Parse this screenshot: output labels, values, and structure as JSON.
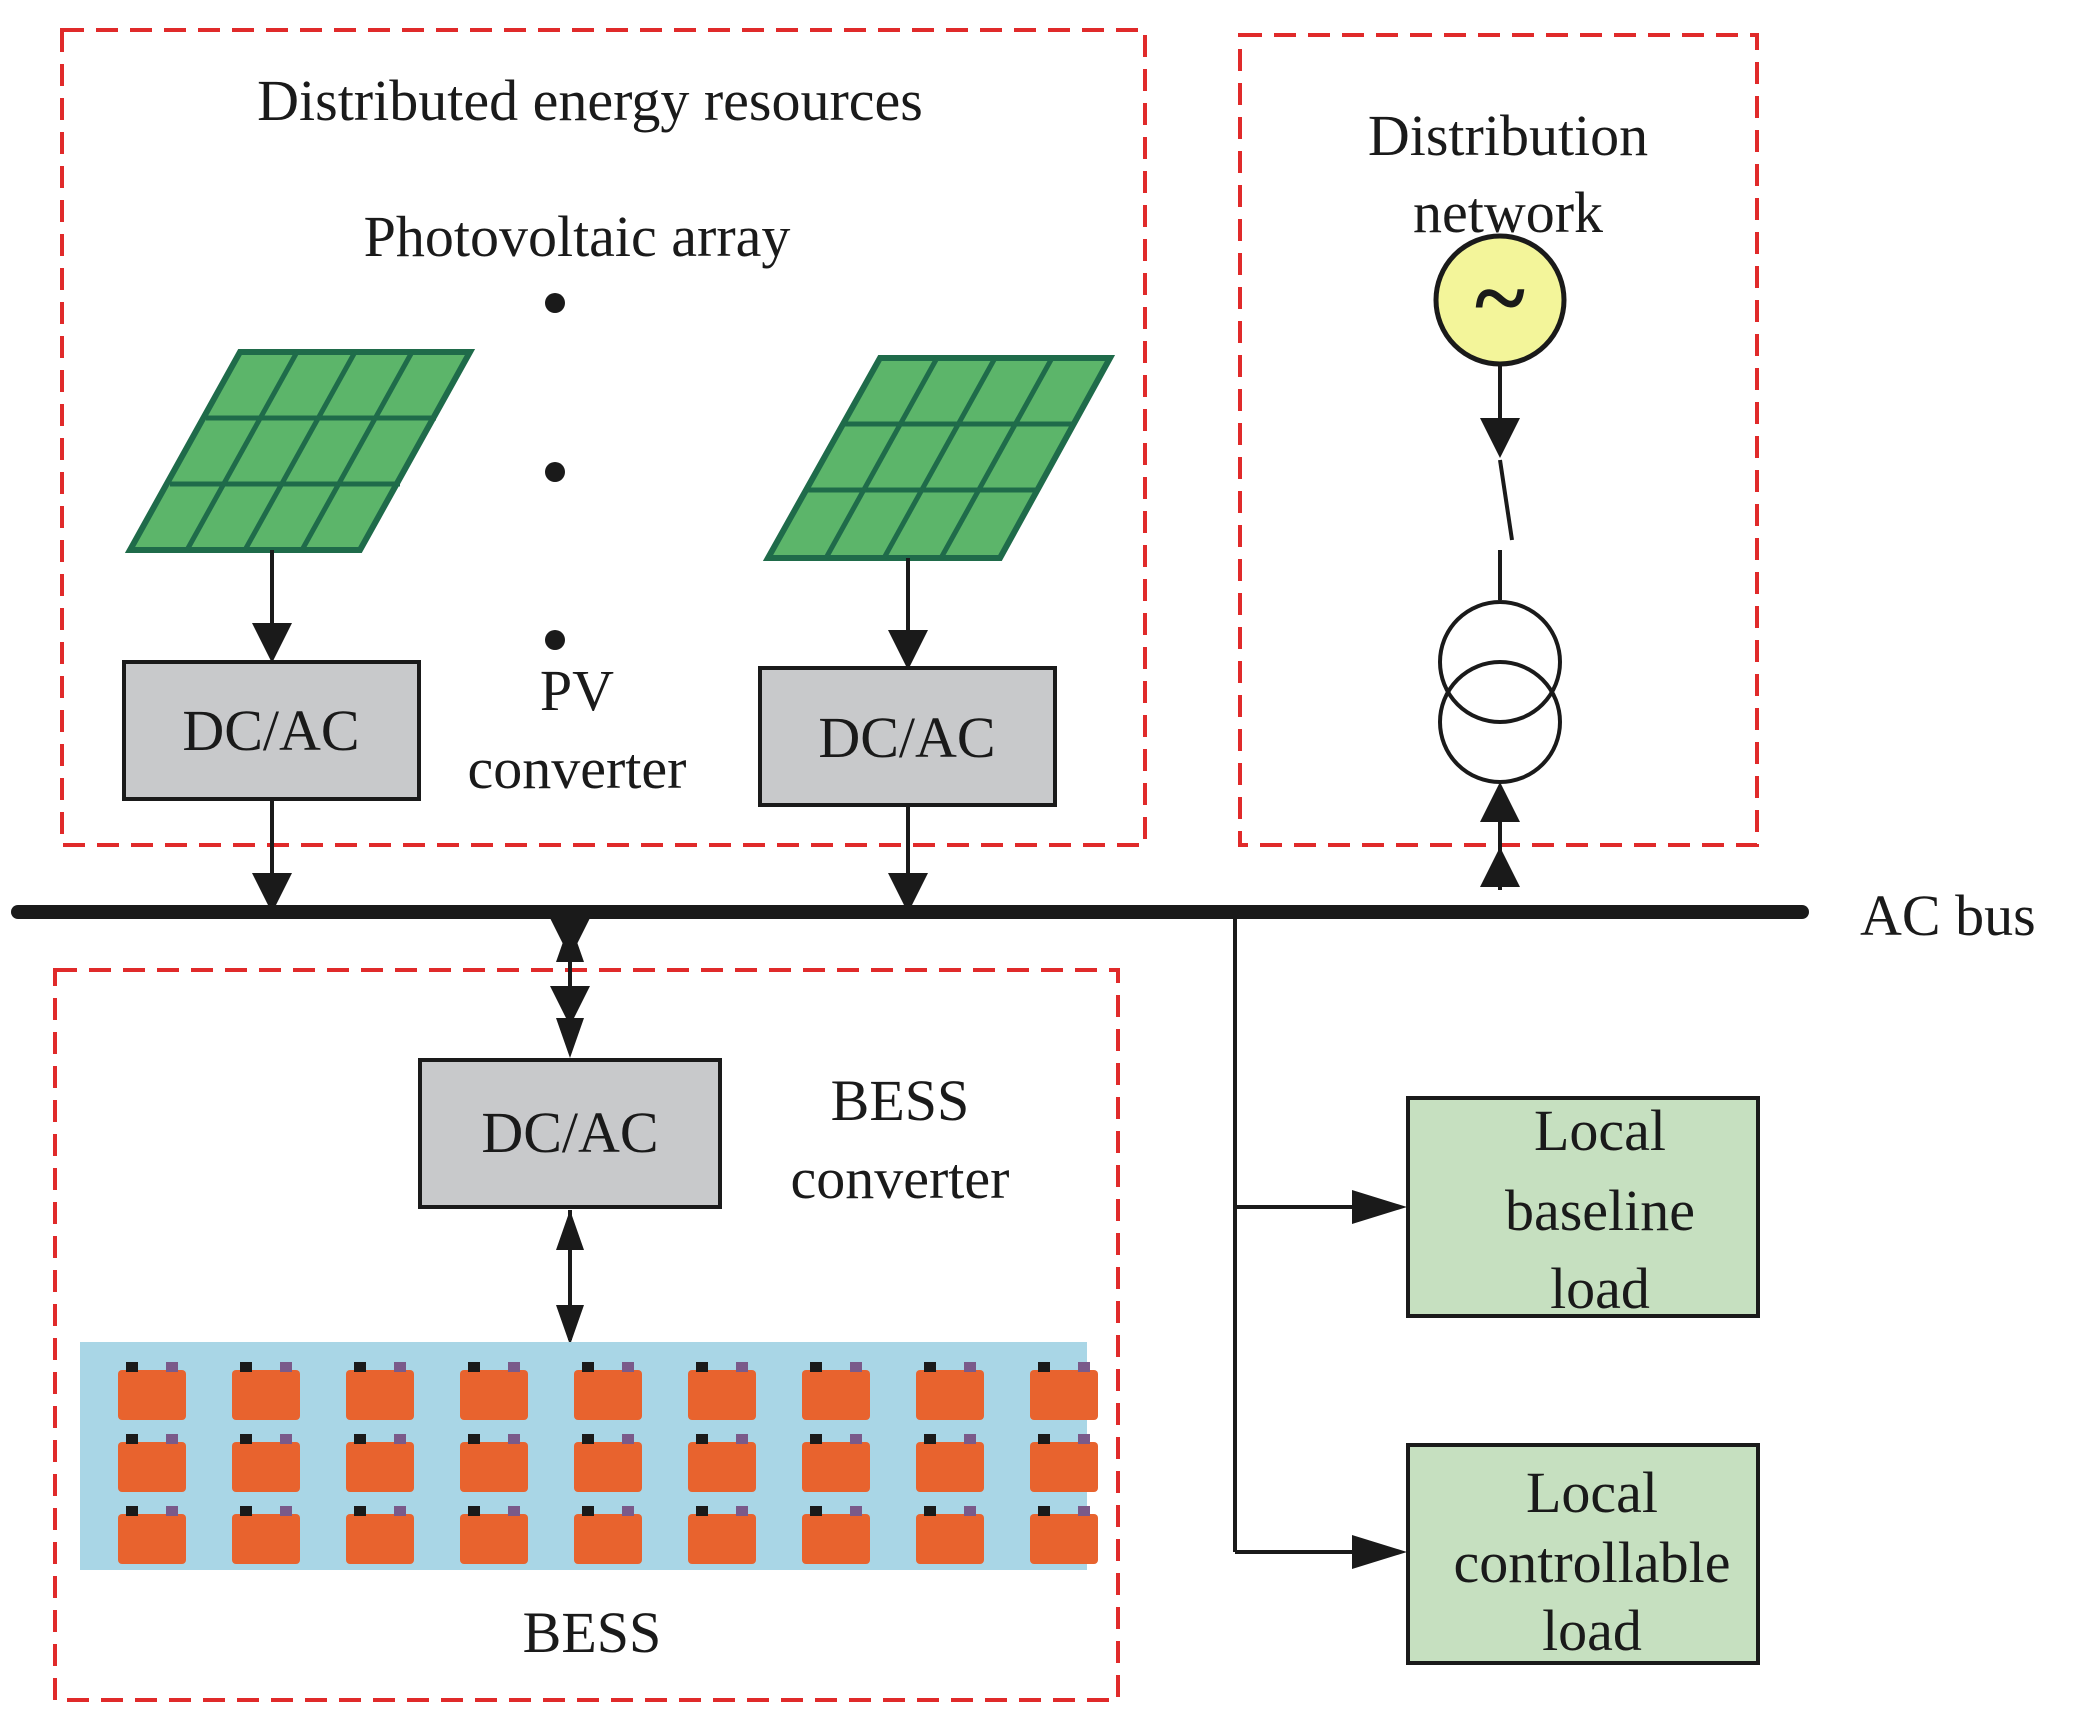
{
  "der": {
    "title": "Distributed energy resources",
    "pv_array_label": "Photovoltaic array",
    "pv_converter_line1": "PV",
    "pv_converter_line2": "converter",
    "converter_left": "DC/AC",
    "converter_right": "DC/AC"
  },
  "grid": {
    "title_line1": "Distribution",
    "title_line2": "network",
    "source_symbol": "~"
  },
  "bus": {
    "label": "AC bus"
  },
  "bess": {
    "converter": "DC/AC",
    "converter_line1": "BESS",
    "converter_line2": "converter",
    "label": "BESS"
  },
  "loads": {
    "baseline": [
      "Local",
      "baseline",
      "load"
    ],
    "controllable": [
      "Local",
      "controllable",
      "load"
    ]
  },
  "colors": {
    "dashed_border": "#e02a2a",
    "converter_fill": "#c8c9cb",
    "load_fill": "#c6e0c0",
    "panel_fill": "#5cb56a",
    "panel_grid": "#1f6b4a",
    "battery_fill": "#e8632e",
    "battery_bg": "#a9d6e6",
    "source_fill": "#f3f59a"
  }
}
